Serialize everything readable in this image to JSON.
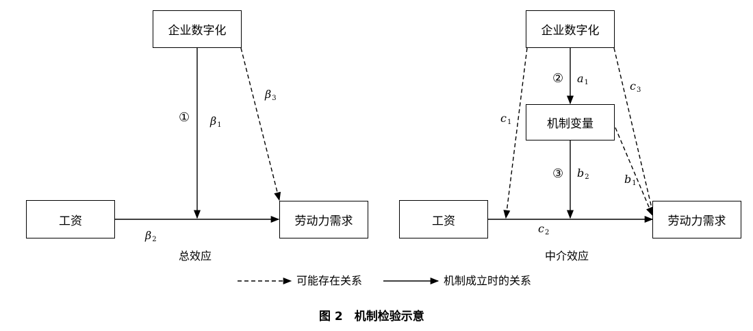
{
  "nodes": {
    "digitalization": "企业数字化",
    "wage": "工资",
    "labor_demand": "劳动力需求",
    "mechanism": "机制变量"
  },
  "labels": {
    "left": {
      "step1": "①",
      "beta1": {
        "sym": "β",
        "sub": "1"
      },
      "beta2": {
        "sym": "β",
        "sub": "2"
      },
      "beta3": {
        "sym": "β",
        "sub": "3"
      }
    },
    "right": {
      "step2": "②",
      "step3": "③",
      "a1": {
        "sym": "a",
        "sub": "1"
      },
      "b1": {
        "sym": "b",
        "sub": "1"
      },
      "b2": {
        "sym": "b",
        "sub": "2"
      },
      "c1": {
        "sym": "c",
        "sub": "1"
      },
      "c2": {
        "sym": "c",
        "sub": "2"
      },
      "c3": {
        "sym": "c",
        "sub": "3"
      }
    }
  },
  "captions": {
    "total_effect": "总效应",
    "mediation_effect": "中介效应"
  },
  "legend": {
    "dashed": "可能存在关系",
    "solid": "机制成立时的关系"
  },
  "figure_title": "图 2　机制检验示意"
}
